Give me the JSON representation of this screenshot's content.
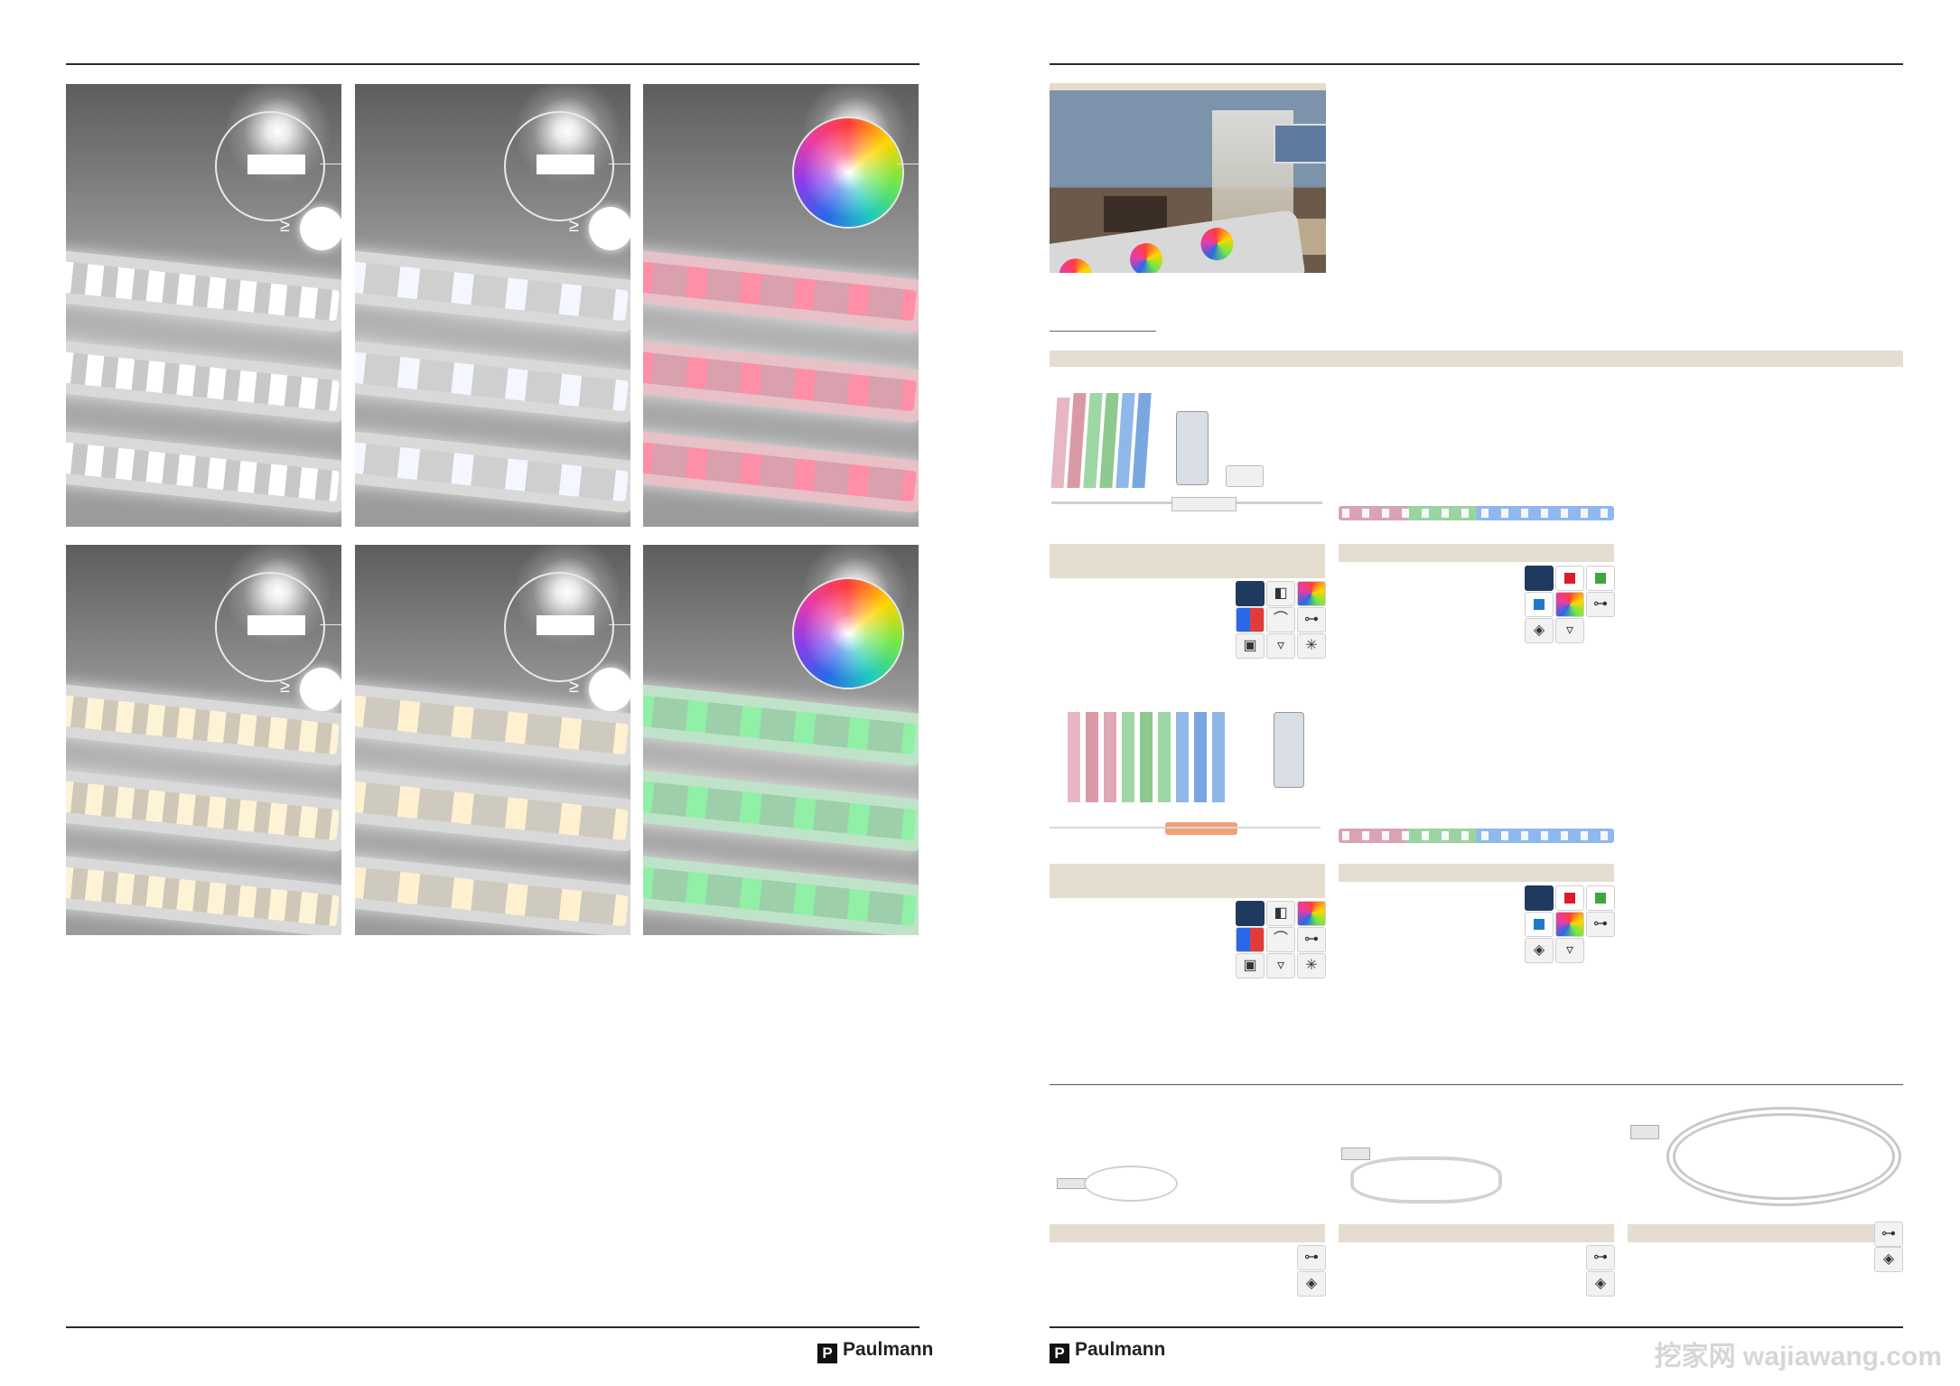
{
  "left_page": {
    "footer_brand": "Paulmann",
    "bulb_symbol_top": "≥",
    "bulb_symbol_bottom": "≥"
  },
  "right_page": {
    "footer_brand": "Paulmann",
    "watermark": "挖家网 wajiawang.com",
    "brand_mark": "P"
  },
  "icons": {
    "white_light": "white-light-icon",
    "rgb_wheel": "rgb-color-wheel-icon",
    "remote": "remote-control-icon",
    "connector": "connector-icon",
    "class_ii": "protection-class-icon",
    "dimmable": "dimmable-icon"
  },
  "colors": {
    "sand": "#e4ddd0",
    "navy": "#1f3a5f",
    "rule": "#2b2b2b"
  }
}
